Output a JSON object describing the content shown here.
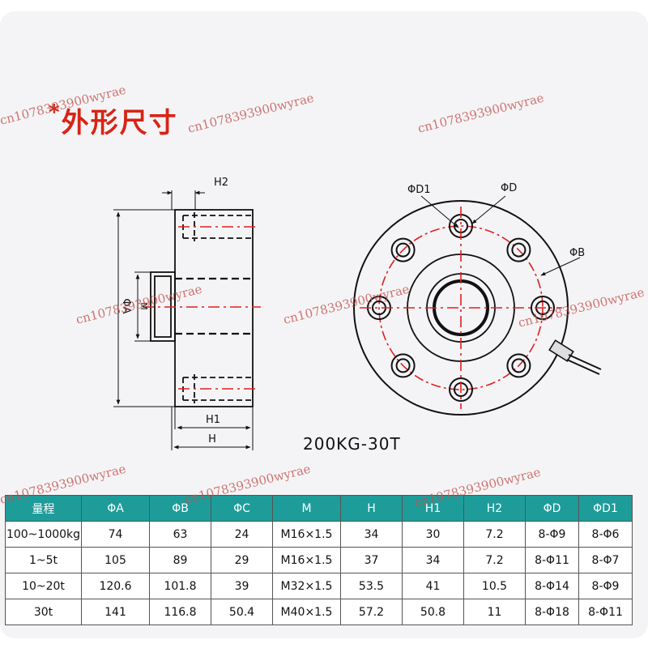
{
  "title": {
    "star": "*",
    "text": "外形尺寸"
  },
  "side_view": {
    "labels": {
      "h2": "H2",
      "phi_a": "ΦA",
      "m": "M",
      "h1": "H1",
      "h": "H"
    }
  },
  "front_view": {
    "labels": {
      "d1": "ΦD1",
      "d": "ΦD",
      "b": "ΦB"
    }
  },
  "model": "200KG-30T",
  "table": {
    "headers": [
      "量程",
      "ΦA",
      "ΦB",
      "ΦC",
      "M",
      "H",
      "H1",
      "H2",
      "ΦD",
      "ΦD1"
    ],
    "rows": [
      [
        "100~1000kg",
        "74",
        "63",
        "24",
        "M16×1.5",
        "34",
        "30",
        "7.2",
        "8-Φ9",
        "8-Φ6"
      ],
      [
        "1~5t",
        "105",
        "89",
        "29",
        "M16×1.5",
        "37",
        "34",
        "7.2",
        "8-Φ11",
        "8-Φ7"
      ],
      [
        "10~20t",
        "120.6",
        "101.8",
        "39",
        "M32×1.5",
        "53.5",
        "41",
        "10.5",
        "8-Φ14",
        "8-Φ9"
      ],
      [
        "30t",
        "141",
        "116.8",
        "50.4",
        "M40×1.5",
        "57.2",
        "50.8",
        "11",
        "8-Φ18",
        "8-Φ11"
      ]
    ]
  },
  "watermark": "cn1078393900wyrae",
  "colors": {
    "title": "#d82415",
    "table_header": "#1e9c9a",
    "centerline": "#e02020"
  }
}
